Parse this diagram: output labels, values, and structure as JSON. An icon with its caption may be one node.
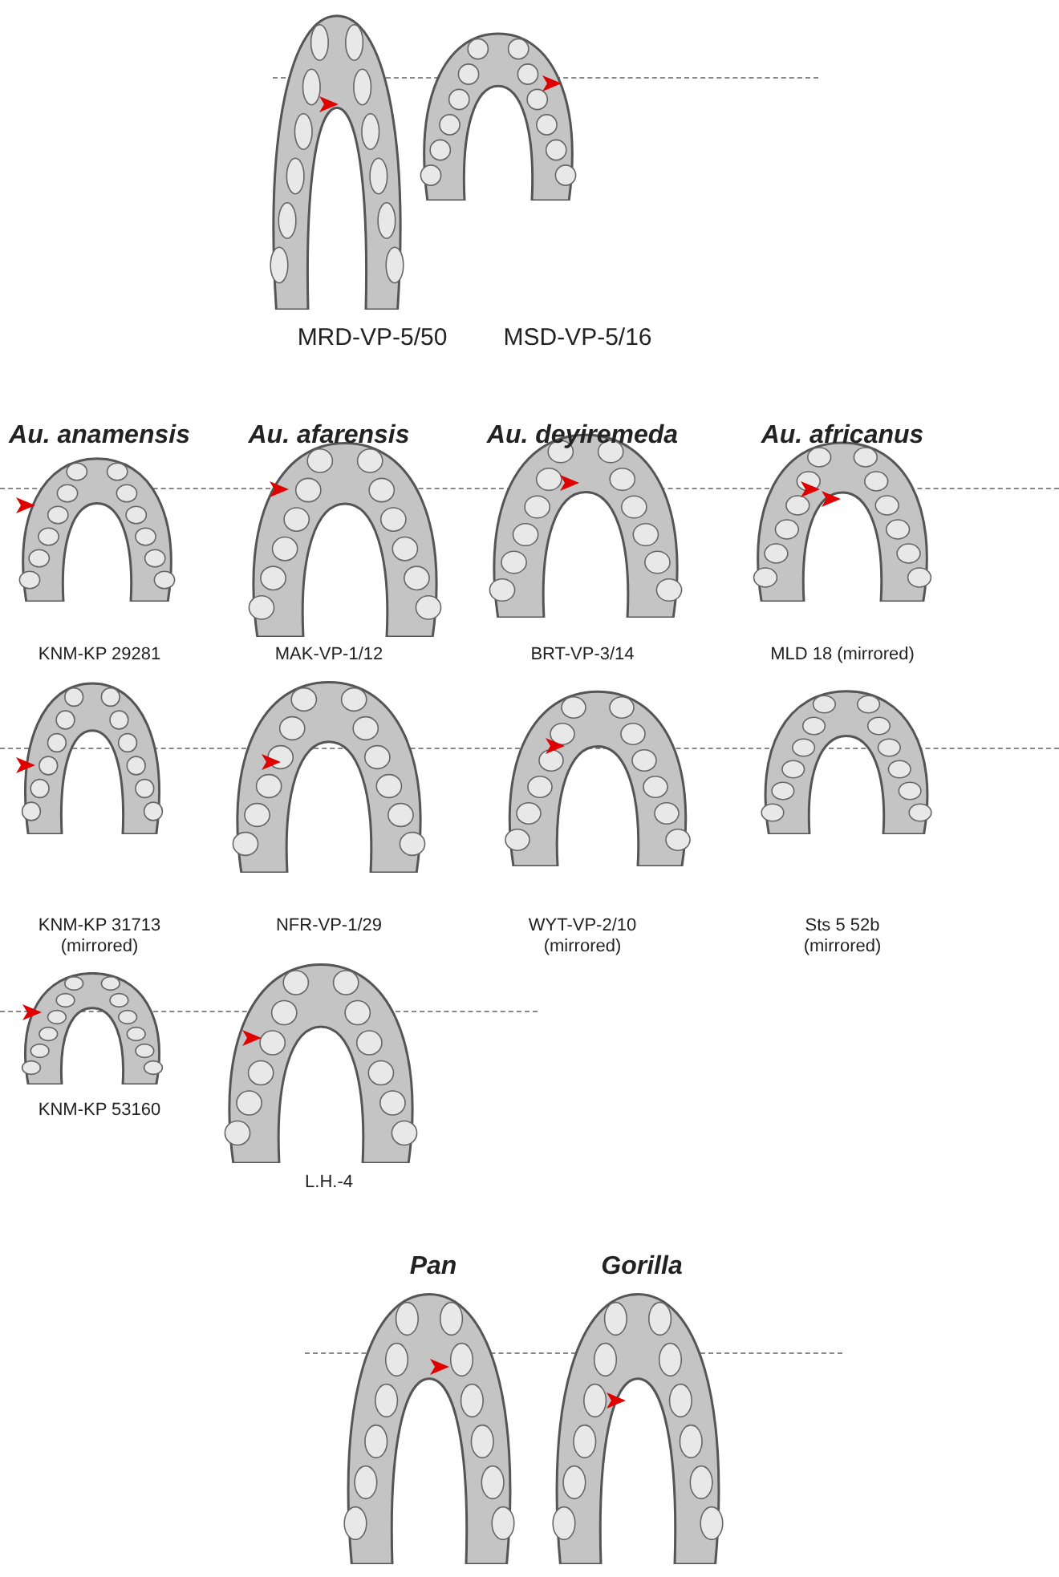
{
  "diagram": {
    "labels": [
      "MRD-VP-5/50",
      "MSD-VP-5/16",
      "Au. anamensis",
      "Au. afarensis",
      "Au. deyiremeda",
      "Au. africanus",
      "KNM-KP 29281",
      "MAK-VP-1/12",
      "BRT-VP-3/14",
      "MLD 18 (mirrored)",
      "KNM-KP 31713 (mirrored)",
      "NFR-VP-1/29",
      "WYT-VP-2/10 (mirrored)",
      "Sts 5 52b (mirrored)",
      "KNM-KP 53160",
      "L.H.-4",
      "Pan",
      "Gorilla"
    ]
  }
}
